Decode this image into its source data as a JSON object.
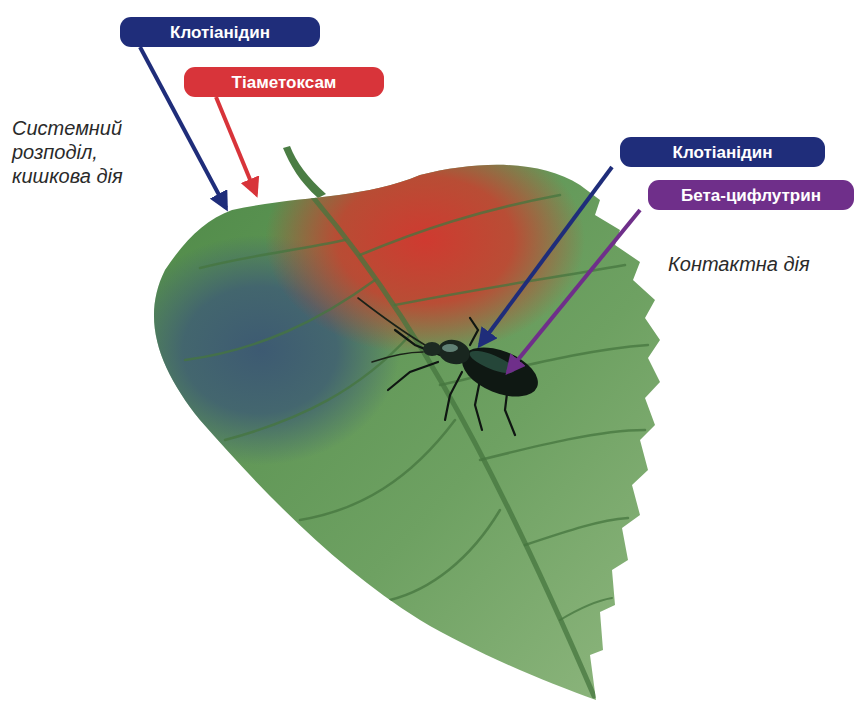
{
  "diagram": {
    "nodes": [
      {
        "text": [
          "Клотіанідин"
        ]
      },
      {
        "text": [
          "Тіаметоксам"
        ]
      },
      {
        "text": [
          "Клотіанідин"
        ]
      },
      {
        "text": [
          "Бета-цифлутрин"
        ]
      }
    ],
    "labels": [
      "Системний розподіл, кишкова дія",
      "Контактна дія"
    ]
  }
}
